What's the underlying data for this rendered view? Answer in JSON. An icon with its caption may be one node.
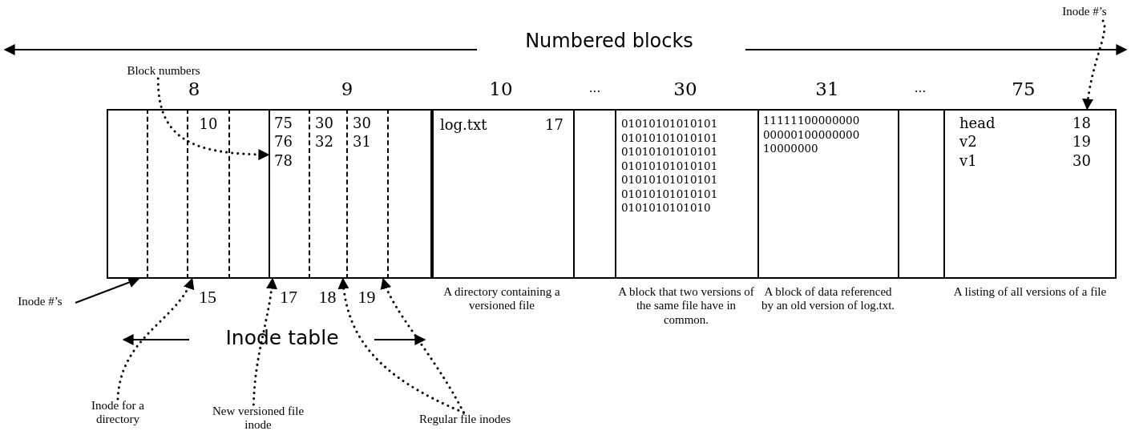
{
  "diagram": {
    "nodes": [
      {
        "text": [
          "Inode #’s"
        ]
      },
      {
        "text": [
          "Block numbers"
        ]
      },
      {
        "text": [],
        "shape": "box"
      },
      {
        "text": [],
        "shape": "box"
      },
      {
        "text": [
          "10"
        ],
        "beside": [
          "15"
        ]
      },
      {
        "text": [],
        "shape": "box"
      },
      {
        "text": [
          "75 76 78"
        ],
        "beside": [
          "17"
        ]
      },
      {
        "text": [
          "30 32"
        ],
        "beside": [
          "18"
        ]
      },
      {
        "text": [
          "30 31"
        ],
        "beside": [
          "19"
        ]
      },
      {
        "text": [],
        "shape": "box"
      },
      {
        "text": [
          "log.txt",
          "17"
        ],
        "beside": [
          "10",
          "A directory containing a versioned file"
        ]
      },
      {
        "text": [],
        "shape": "box"
      },
      {
        "text": [
          "01010101010101 01010101010101 01010101010101 01010101010101 01010101010101 01010101010101 0101010101010"
        ],
        "beside": [
          "30",
          "A block that two versions of the same file have in common."
        ]
      },
      {
        "text": [
          "11111100000000 00000100000000 10000000"
        ],
        "beside": [
          "31",
          "A block of data referenced by an old version of log.txt."
        ]
      },
      {
        "text": [],
        "shape": "box"
      },
      {
        "text": [
          "head",
          "18",
          "v2",
          "19",
          "v1",
          "30"
        ],
        "beside": [
          "75",
          "A listing of all versions of a file"
        ]
      },
      {
        "text": [
          "Inode #’s"
        ]
      },
      {
        "text": [
          "Inode for a directory"
        ]
      },
      {
        "text": [
          "New versioned file inode"
        ]
      },
      {
        "text": [
          "Regular file inodes"
        ]
      }
    ],
    "edges": [
      {
        "from": 0,
        "to": 15,
        "arrow": "to",
        "style": "dashed"
      },
      {
        "from": 1,
        "to": 6,
        "arrow": "to",
        "style": "dashed"
      },
      {
        "from": 16,
        "to": 2,
        "arrow": "to"
      },
      {
        "from": 17,
        "to": 4,
        "arrow": "to",
        "style": "dashed"
      },
      {
        "from": 18,
        "to": 6,
        "arrow": "to",
        "style": "dashed"
      },
      {
        "from": 19,
        "to": 7,
        "arrow": "to",
        "style": "dashed"
      },
      {
        "from": 19,
        "to": 8,
        "arrow": "to",
        "style": "dashed"
      }
    ],
    "labels": [
      "Numbered blocks",
      "8",
      "9",
      "...",
      "...",
      "Inode table"
    ]
  }
}
